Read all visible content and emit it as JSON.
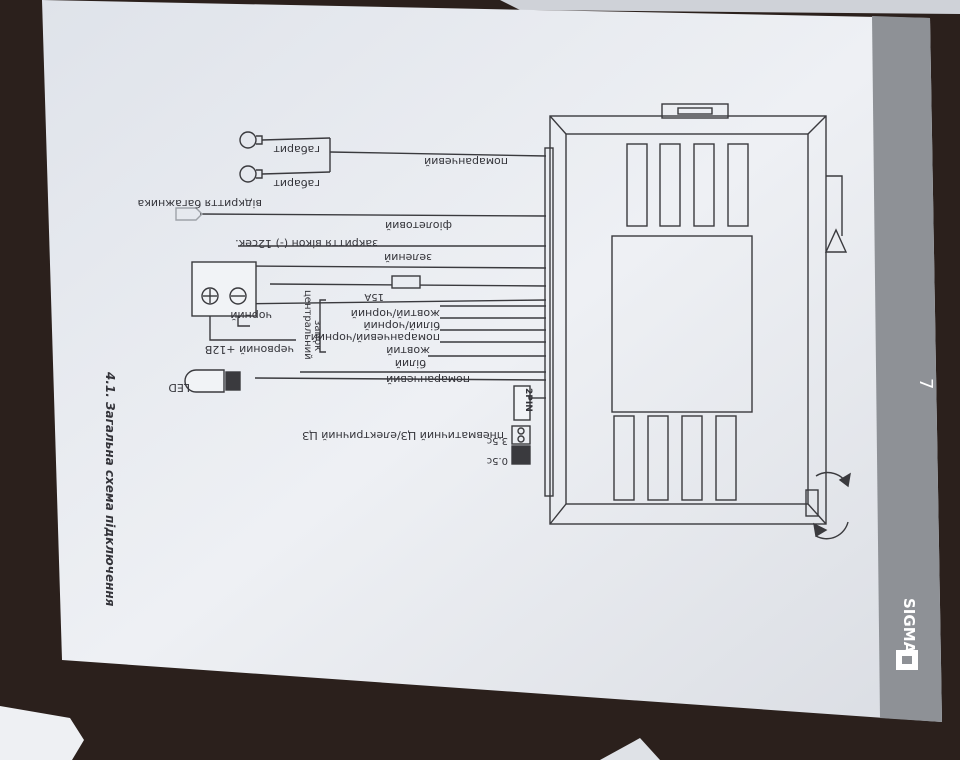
{
  "section_title": "4.1. Загальна схема підключення",
  "page_number": "7",
  "brand": "SIGMA",
  "labels": {
    "orange_top": "помаранчевий",
    "parking_1": "габарит",
    "parking_2": "габарит",
    "trunk": "відкриття багажника",
    "violet": "фіолетовий",
    "window": "закриття вікон (-) 12сек.",
    "green": "зелений",
    "fuse": "15A",
    "black": "чорний",
    "red_12v": "червоний +12В",
    "central_lock_1": "центральний",
    "central_lock_2": "замок",
    "yellow_black": "жовтий/чорний",
    "white_black": "білий/чорний",
    "orange_black": "помаранчевий/чорний",
    "yellow": "жовтий",
    "white": "білий",
    "orange": "помаранчевий",
    "led": "LED",
    "pin2": "2PIN",
    "jumper": "пневматичний ЦЗ/електричний ЦЗ",
    "jumper_35": "3.5c",
    "jumper_05": "0.5c",
    "battery_plus": "⊕",
    "battery_minus": "⊖"
  },
  "colors": {
    "paper": "#e6e9ef",
    "ink": "#3a3a3e",
    "brand_band": "#8e9196"
  }
}
